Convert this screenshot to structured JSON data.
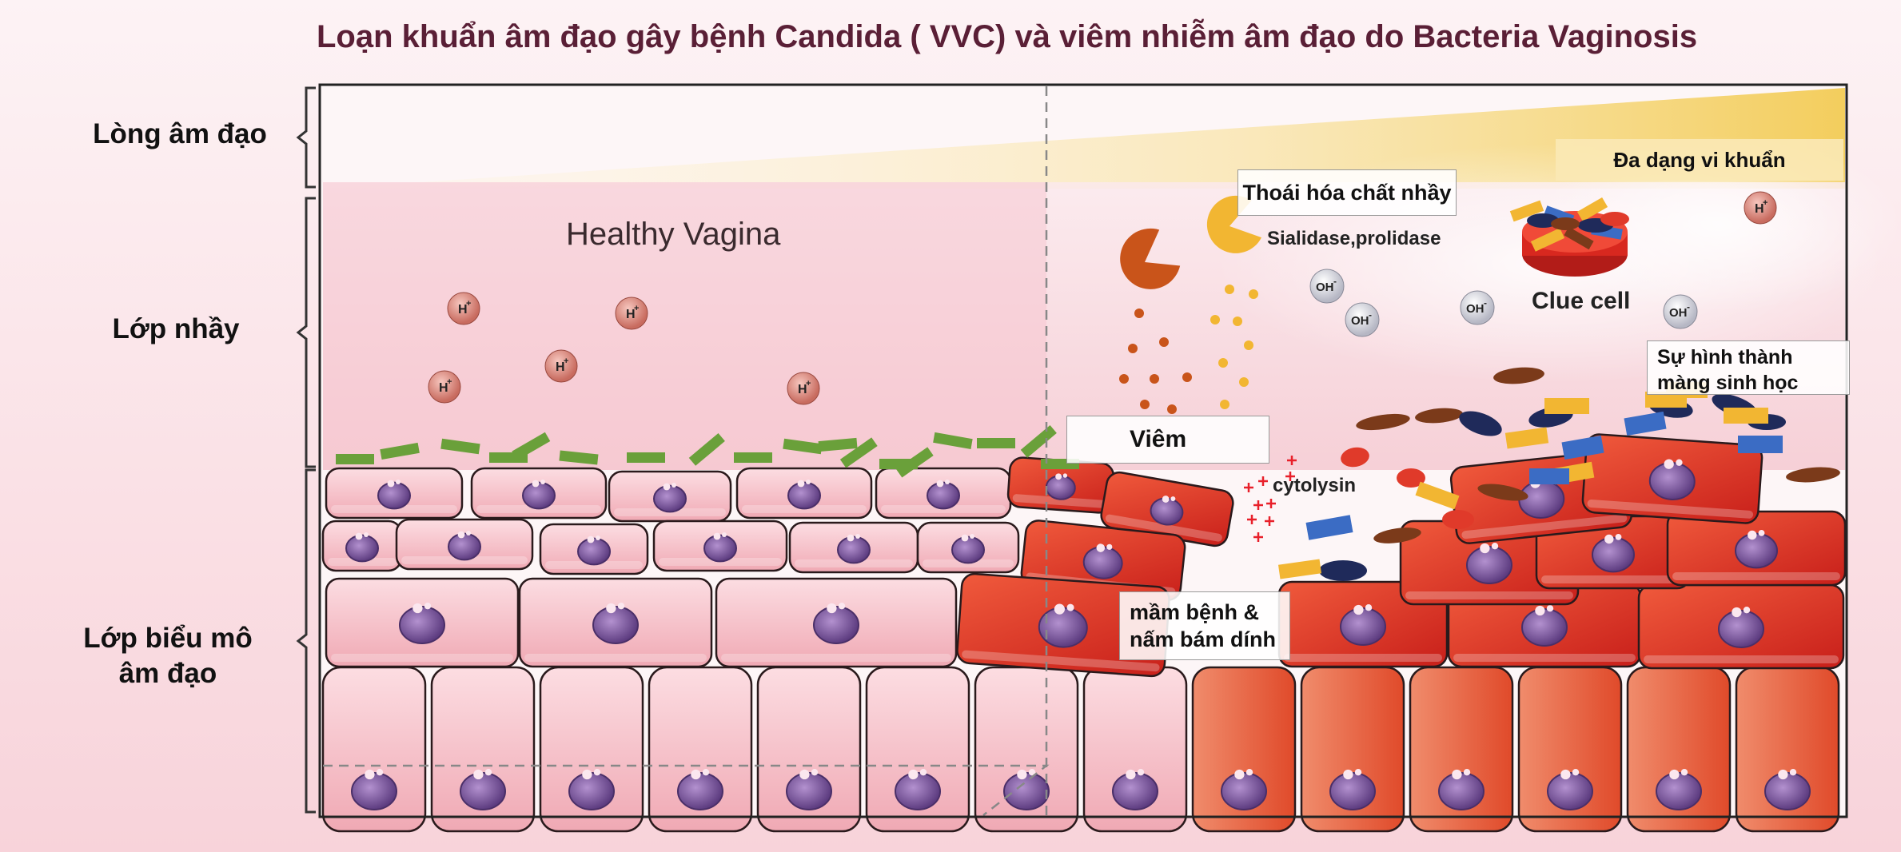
{
  "title": "Loạn khuẩn âm đạo gây bệnh Candida ( VVC) và viêm nhiễm âm đạo do Bacteria Vaginosis",
  "layers": {
    "lumen": "Lòng âm đạo",
    "mucus": "Lớp nhầy",
    "epithelium_line1": "Lớp biểu mô",
    "epithelium_line2": "âm đạo"
  },
  "labels": {
    "healthy": "Healthy Vagina",
    "diversity": "Đa dạng vi khuẩn",
    "mucus_degradation": "Thoái hóa chất nhầy",
    "enzymes": "Sialidase,prolidase",
    "clue_cell": "Clue cell",
    "biofilm_line1": "Sự hình thành",
    "biofilm_line2": "màng sinh học",
    "inflammation": "Viêm",
    "cytolysin": "cytolysin",
    "adhesion_line1": "mầm bệnh &",
    "adhesion_line2": "nấm bám dính"
  },
  "ions": {
    "h": "H",
    "h_sup": "+",
    "oh": "OH",
    "oh_sup": "-"
  },
  "colors": {
    "title": "#5a1f36",
    "lactobacilli": "#6aa03a",
    "healthy_cell": "#f4bcc4",
    "inflamed_cell": "#e0301e",
    "nucleus": "#6d4b8f",
    "gradient_gold": "#f2c94c"
  }
}
